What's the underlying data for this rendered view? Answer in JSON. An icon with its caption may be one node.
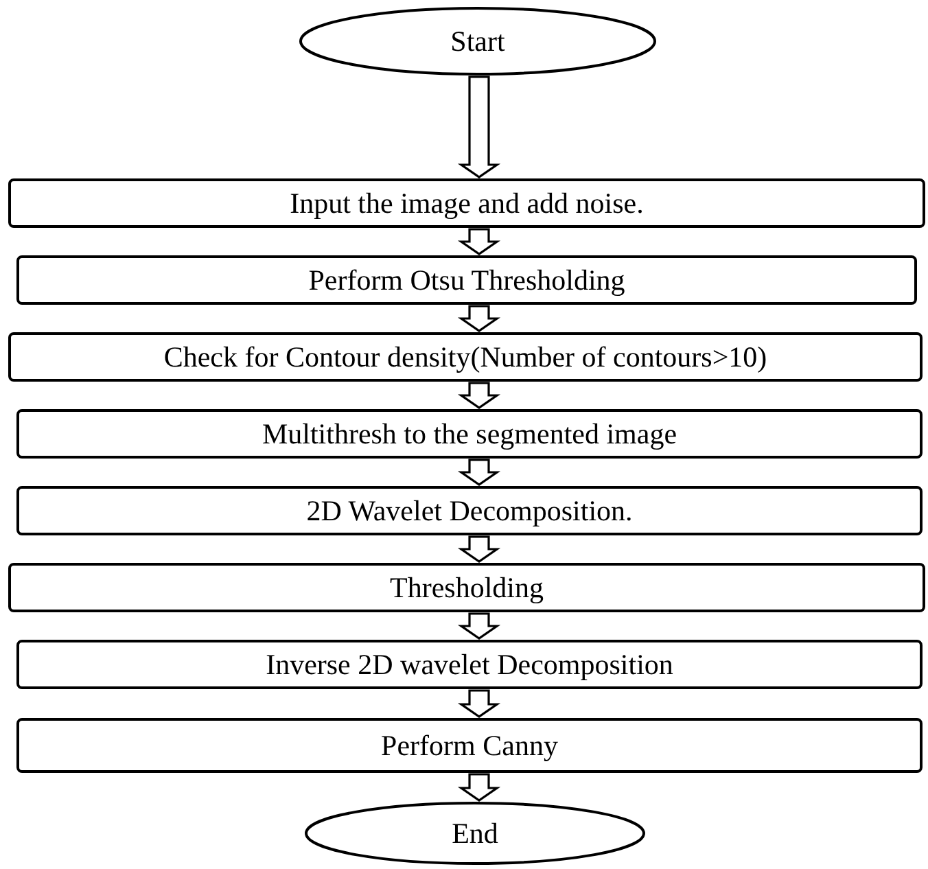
{
  "diagram": {
    "nodes": [
      {
        "text": [
          "Start"
        ]
      },
      {
        "text": [
          "Input the image and add noise."
        ]
      },
      {
        "text": [
          "Perform Otsu Thresholding"
        ]
      },
      {
        "text": [
          "Check for Contour density(Number of contours>10)"
        ]
      },
      {
        "text": [
          "Multithresh  to the segmented image"
        ]
      },
      {
        "text": [
          "2D Wavelet Decomposition."
        ]
      },
      {
        "text": [
          "Thresholding"
        ]
      },
      {
        "text": [
          "Inverse 2D wavelet Decomposition"
        ]
      },
      {
        "text": [
          "Perform Canny"
        ]
      },
      {
        "text": [
          "End"
        ]
      }
    ],
    "edges": [
      {
        "from": 0,
        "to": 1,
        "arrow": "to"
      },
      {
        "from": 1,
        "to": 2,
        "arrow": "to"
      },
      {
        "from": 2,
        "to": 3,
        "arrow": "to"
      },
      {
        "from": 3,
        "to": 4,
        "arrow": "to"
      },
      {
        "from": 4,
        "to": 5,
        "arrow": "to"
      },
      {
        "from": 5,
        "to": 6,
        "arrow": "to"
      },
      {
        "from": 6,
        "to": 7,
        "arrow": "to"
      },
      {
        "from": 7,
        "to": 8,
        "arrow": "to"
      },
      {
        "from": 8,
        "to": 9,
        "arrow": "to"
      }
    ]
  }
}
